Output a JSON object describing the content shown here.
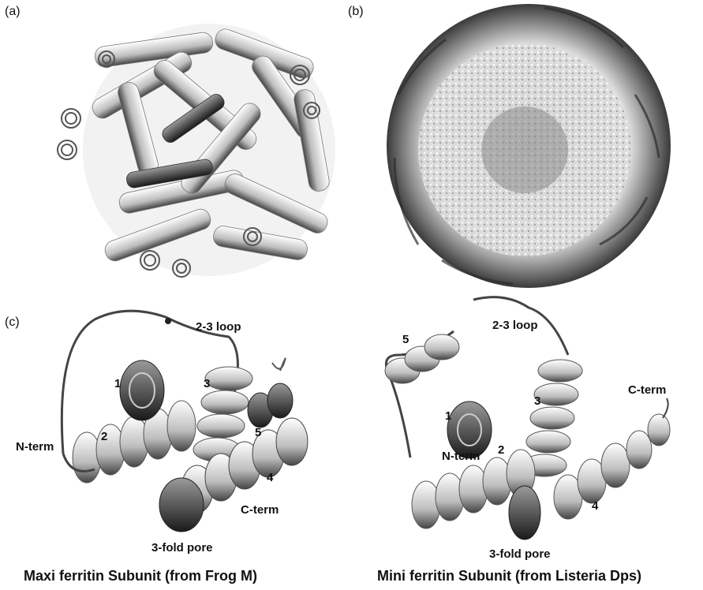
{
  "panels": {
    "a": {
      "label": "(a)"
    },
    "b": {
      "label": "(b)"
    },
    "c": {
      "label": "(c)"
    }
  },
  "maxi": {
    "loop_label": "2-3 loop",
    "n_term": "N-term",
    "c_term": "C-term",
    "pore": "3-fold pore",
    "helix_labels": [
      "1",
      "2",
      "3",
      "4",
      "5"
    ],
    "caption": "Maxi ferritin Subunit (from Frog M)"
  },
  "mini": {
    "loop_label": "2-3 loop",
    "n_term": "N-term",
    "c_term": "C-term",
    "pore": "3-fold pore",
    "helix_labels": [
      "1",
      "2",
      "3",
      "4",
      "5"
    ],
    "caption": "Mini ferritin Subunit (from Listeria Dps)"
  }
}
